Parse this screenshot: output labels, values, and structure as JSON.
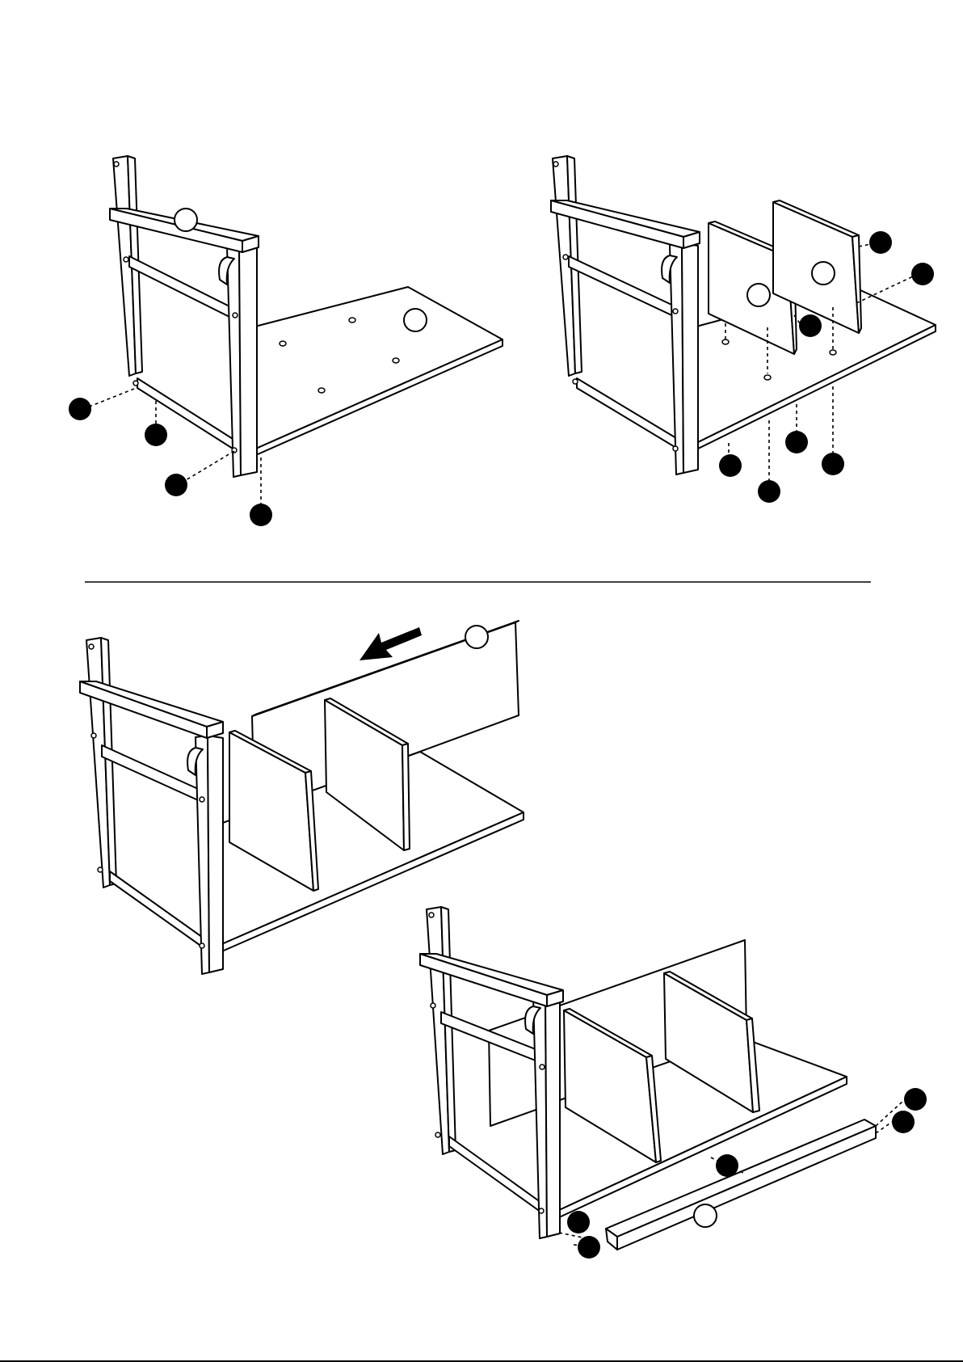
{
  "page": {
    "background": "#ffffff",
    "ink": "#000000"
  },
  "callouts": {
    "step1_parts": 2,
    "step1_hardware": 4,
    "step2_parts": 2,
    "step2_hardware": 7,
    "step3_parts": 1,
    "step4_parts": 1,
    "step4_hardware": 5
  },
  "icons": [
    "part-callout-icon",
    "hardware-callout-icon",
    "slide-direction-arrow-icon"
  ]
}
